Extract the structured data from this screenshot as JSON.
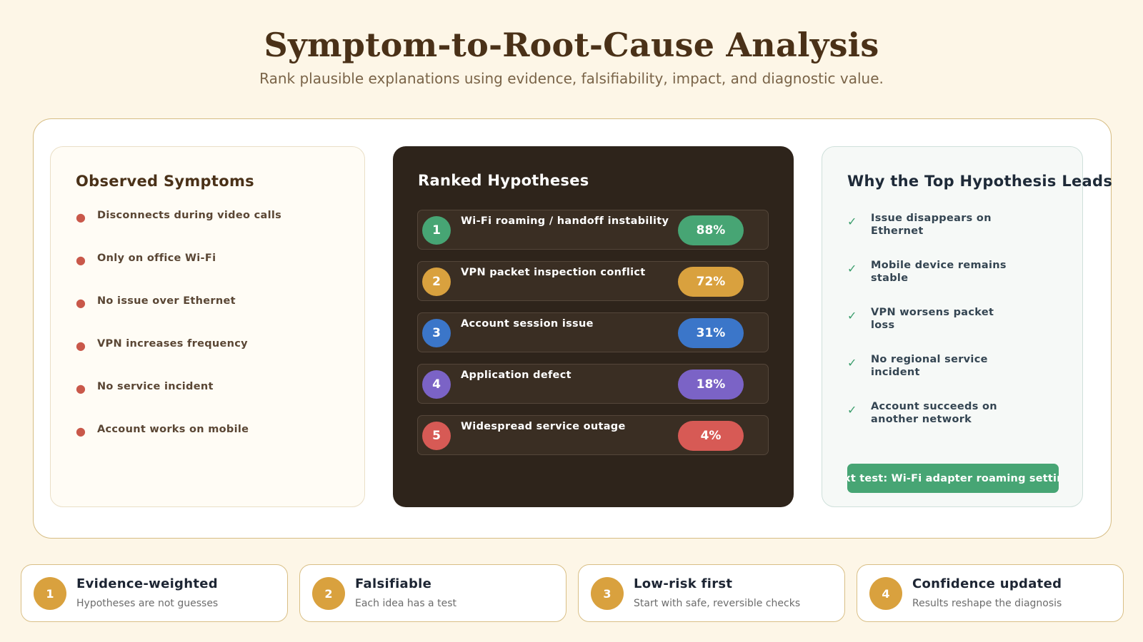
{
  "header": {
    "title": "Symptom-to-Root-Cause Analysis",
    "subtitle": "Rank plausible explanations using evidence, falsifiability, impact, and diagnostic value."
  },
  "symptoms": {
    "title": "Observed Symptoms",
    "items": [
      "Disconnects during video calls",
      "Only on office Wi-Fi",
      "No issue over Ethernet",
      "VPN increases frequency",
      "No service incident",
      "Account works on mobile"
    ]
  },
  "hypotheses": {
    "title": "Ranked Hypotheses",
    "items": [
      {
        "rank": "1",
        "label": "Wi-Fi roaming / handoff instability",
        "confidence": "88%",
        "color": "#47a574"
      },
      {
        "rank": "2",
        "label": "VPN packet inspection conflict",
        "confidence": "72%",
        "color": "#d9a13e"
      },
      {
        "rank": "3",
        "label": "Account session issue",
        "confidence": "31%",
        "color": "#3b76c9"
      },
      {
        "rank": "4",
        "label": "Application defect",
        "confidence": "18%",
        "color": "#7b63c6"
      },
      {
        "rank": "5",
        "label": "Widespread service outage",
        "confidence": "4%",
        "color": "#d75a55"
      }
    ]
  },
  "why": {
    "title": "Why the Top Hypothesis Leads",
    "items": [
      "Issue disappears on Ethernet",
      "Mobile device remains stable",
      "VPN worsens packet loss",
      "No regional service incident",
      "Account succeeds on another network"
    ],
    "next_test": "Next test: Wi-Fi adapter roaming settings"
  },
  "principles": [
    {
      "num": "1",
      "title": "Evidence-weighted",
      "desc": "Hypotheses are not guesses"
    },
    {
      "num": "2",
      "title": "Falsifiable",
      "desc": "Each idea has a test"
    },
    {
      "num": "3",
      "title": "Low-risk first",
      "desc": "Start with safe, reversible checks"
    },
    {
      "num": "4",
      "title": "Confidence updated",
      "desc": "Results reshape the diagnosis"
    }
  ]
}
